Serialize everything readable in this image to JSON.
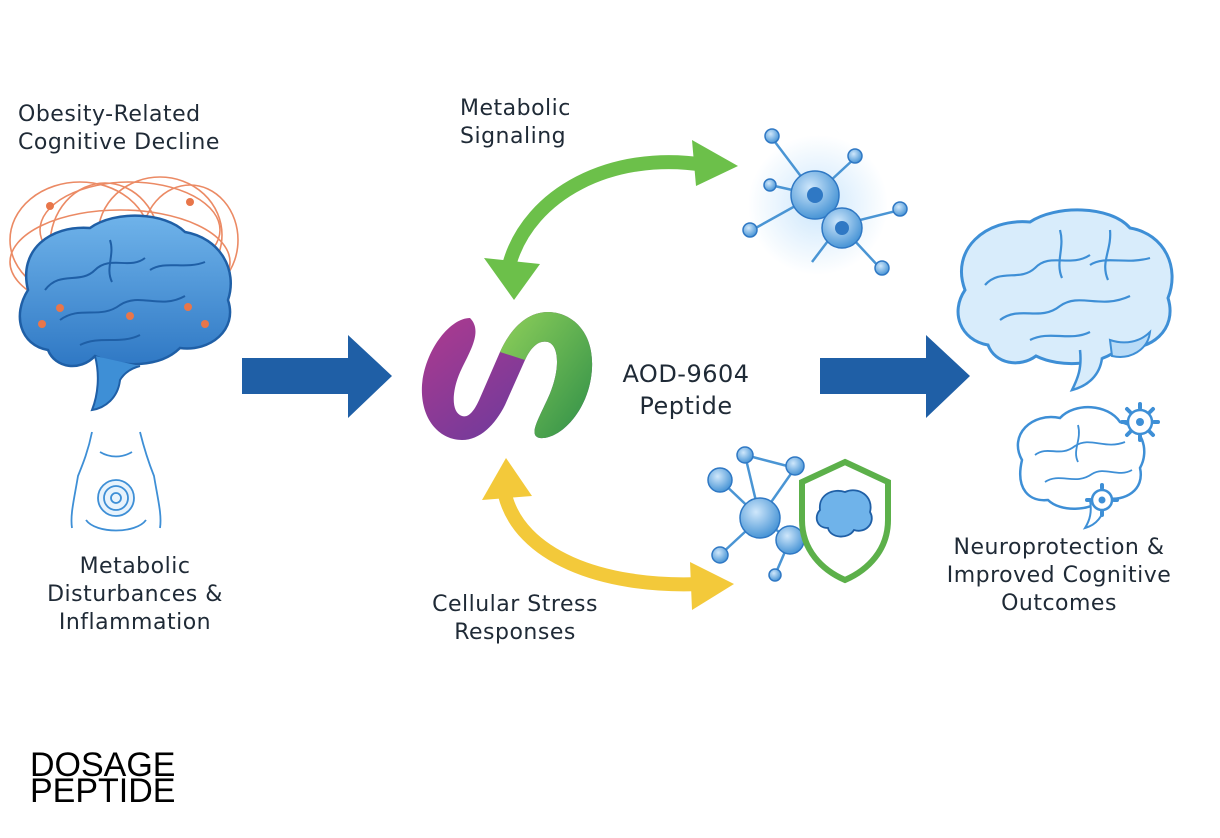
{
  "diagram": {
    "top_left_label": [
      "Obesity-Related",
      "Cognitive Decline"
    ],
    "bottom_left_label": [
      "Metabolic",
      "Disturbances &",
      "Inflammation"
    ],
    "top_center_label": [
      "Metabolic",
      "Signaling"
    ],
    "center_label": [
      "AOD-9604",
      "Peptide"
    ],
    "bottom_center_label": [
      "Cellular Stress",
      "Responses"
    ],
    "right_label": [
      "Neuroprotection &",
      "Improved Cognitive",
      "Outcomes"
    ]
  },
  "brand": {
    "line1": "DOSAGE",
    "line2": "PEPTIDE"
  },
  "colors": {
    "arrow_blue": "#1f5fa6",
    "cycle_green": "#6cc04a",
    "cycle_yellow": "#f3c93a",
    "brain_blue": "#3e8fd6",
    "accent_orange": "#e8764a",
    "logo_purple": "#8a3c9a",
    "logo_green": "#4fae4a"
  },
  "icons": [
    "brain-with-waves-icon",
    "abdomen-icon",
    "neuron-cluster-icon",
    "neuron-shield-icon",
    "peptide-logo-icon",
    "healthy-brain-icon",
    "brain-gears-icon"
  ]
}
